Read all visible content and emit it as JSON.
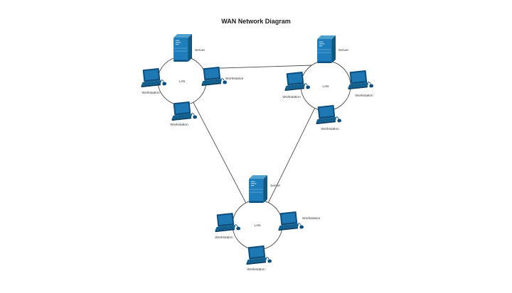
{
  "title": "WAN Network Diagram",
  "colors": {
    "background": "#ffffff",
    "server_front": "#1f7dbb",
    "server_side": "#12587f",
    "workstation_frame": "#0d4f7e",
    "workstation_screen": "#1e78b4",
    "connector": "#4d4d4d",
    "label_text": "#333333"
  },
  "clusters": [
    {
      "lan_label": "LAN",
      "server_label": "Server",
      "workstation_labels": [
        "Workstation",
        "Workstation",
        "Workstation"
      ]
    },
    {
      "lan_label": "LAN",
      "server_label": "Server",
      "workstation_labels": [
        "Workstation",
        "Workstation",
        "Workstation"
      ]
    },
    {
      "lan_label": "LAN",
      "server_label": "Server",
      "workstation_labels": [
        "Workstation",
        "Workstation",
        "Workstation"
      ]
    }
  ]
}
